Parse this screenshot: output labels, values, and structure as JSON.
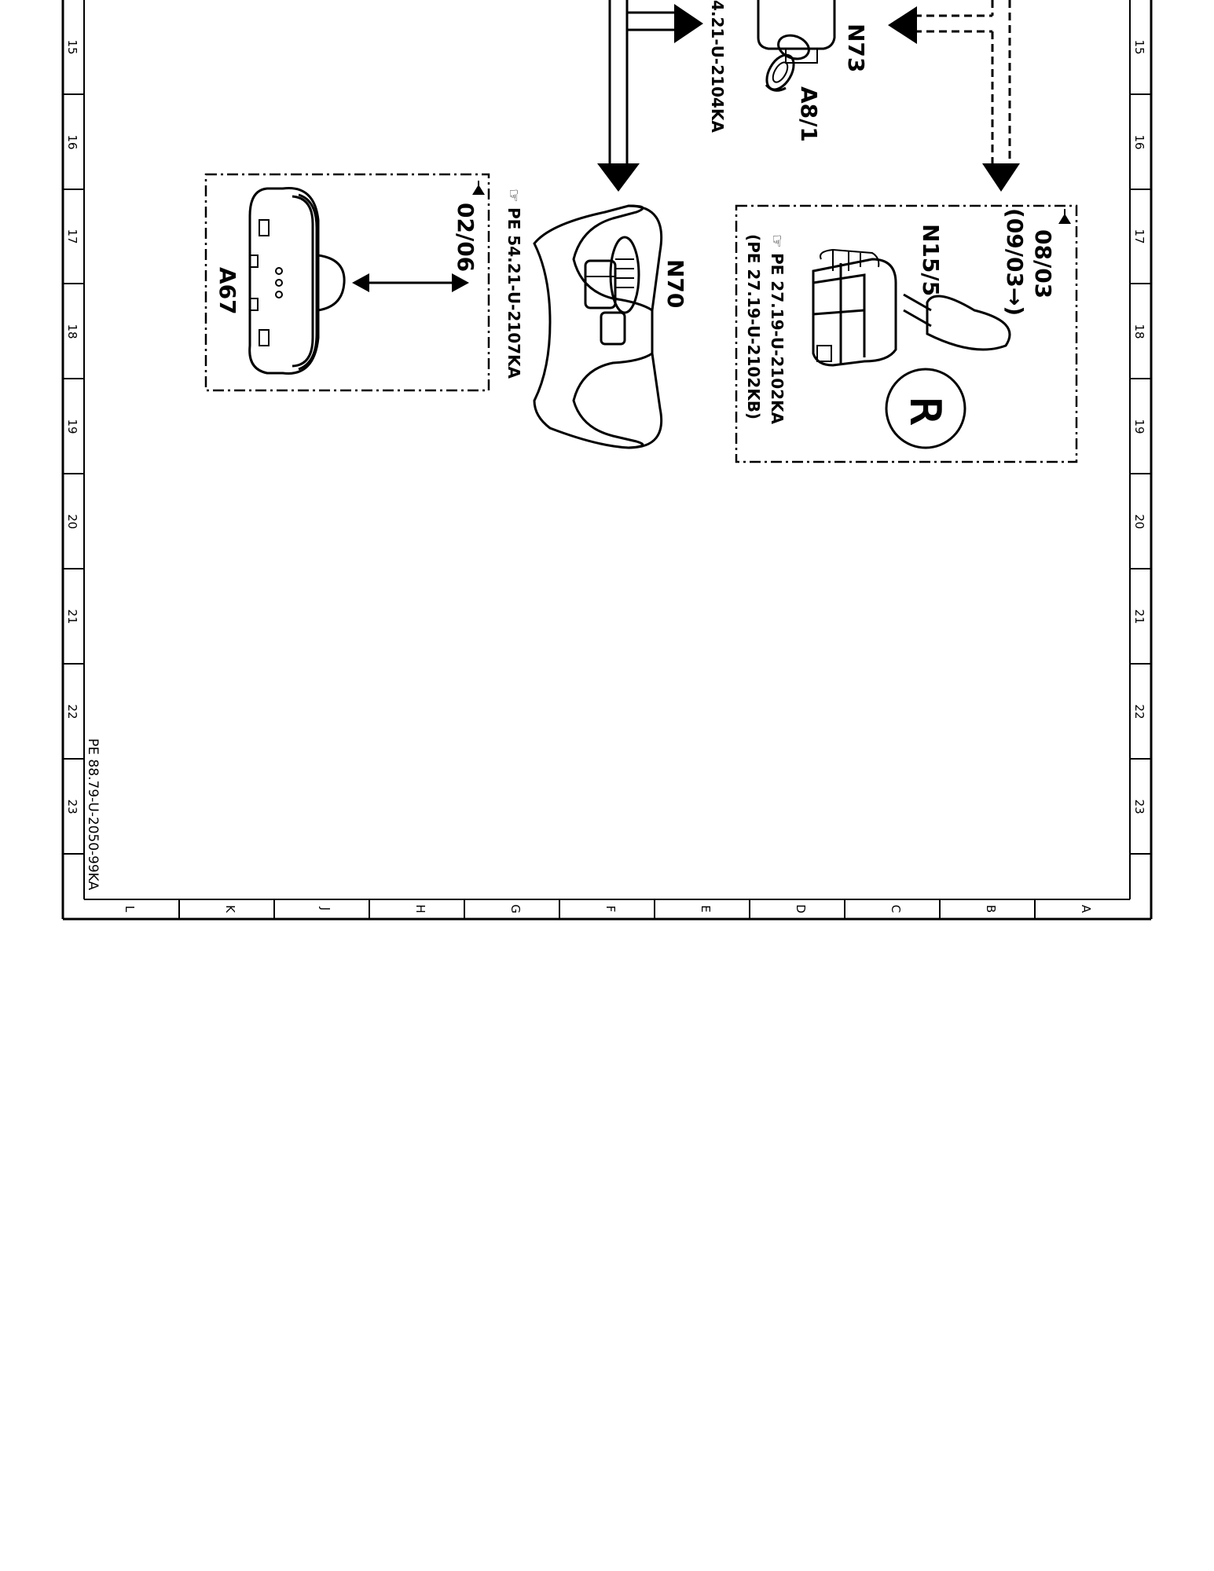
{
  "border": {
    "row_numbers": [
      "15",
      "16",
      "17",
      "18",
      "19",
      "20",
      "21",
      "22",
      "23"
    ],
    "column_letters": [
      "L",
      "K",
      "J",
      "H",
      "G",
      "F",
      "E",
      "D",
      "C",
      "B",
      "A"
    ]
  },
  "doc_number": "PE 88.79-U-2050-99KA",
  "components": {
    "n73": {
      "label": "N73"
    },
    "a8_1": {
      "label": "A8/1"
    },
    "n70": {
      "label": "N70"
    },
    "a67": {
      "label": "A67",
      "date_range": "02/06",
      "reference": "PE 54.21-U-2107KA"
    },
    "n15_5": {
      "label": "N15/5",
      "date_range_1": "08/03",
      "date_range_2": "(09/03→)",
      "reference_1": "PE 27.19-U-2102KA",
      "reference_2": "(PE 27.19-U-2102KB)",
      "gear_symbol": "R"
    }
  },
  "partial_reference": "4.21-U-2104KA",
  "icons": [
    "pointing-hand-icon",
    "arrow-right-icon",
    "reverse-gear-icon"
  ]
}
